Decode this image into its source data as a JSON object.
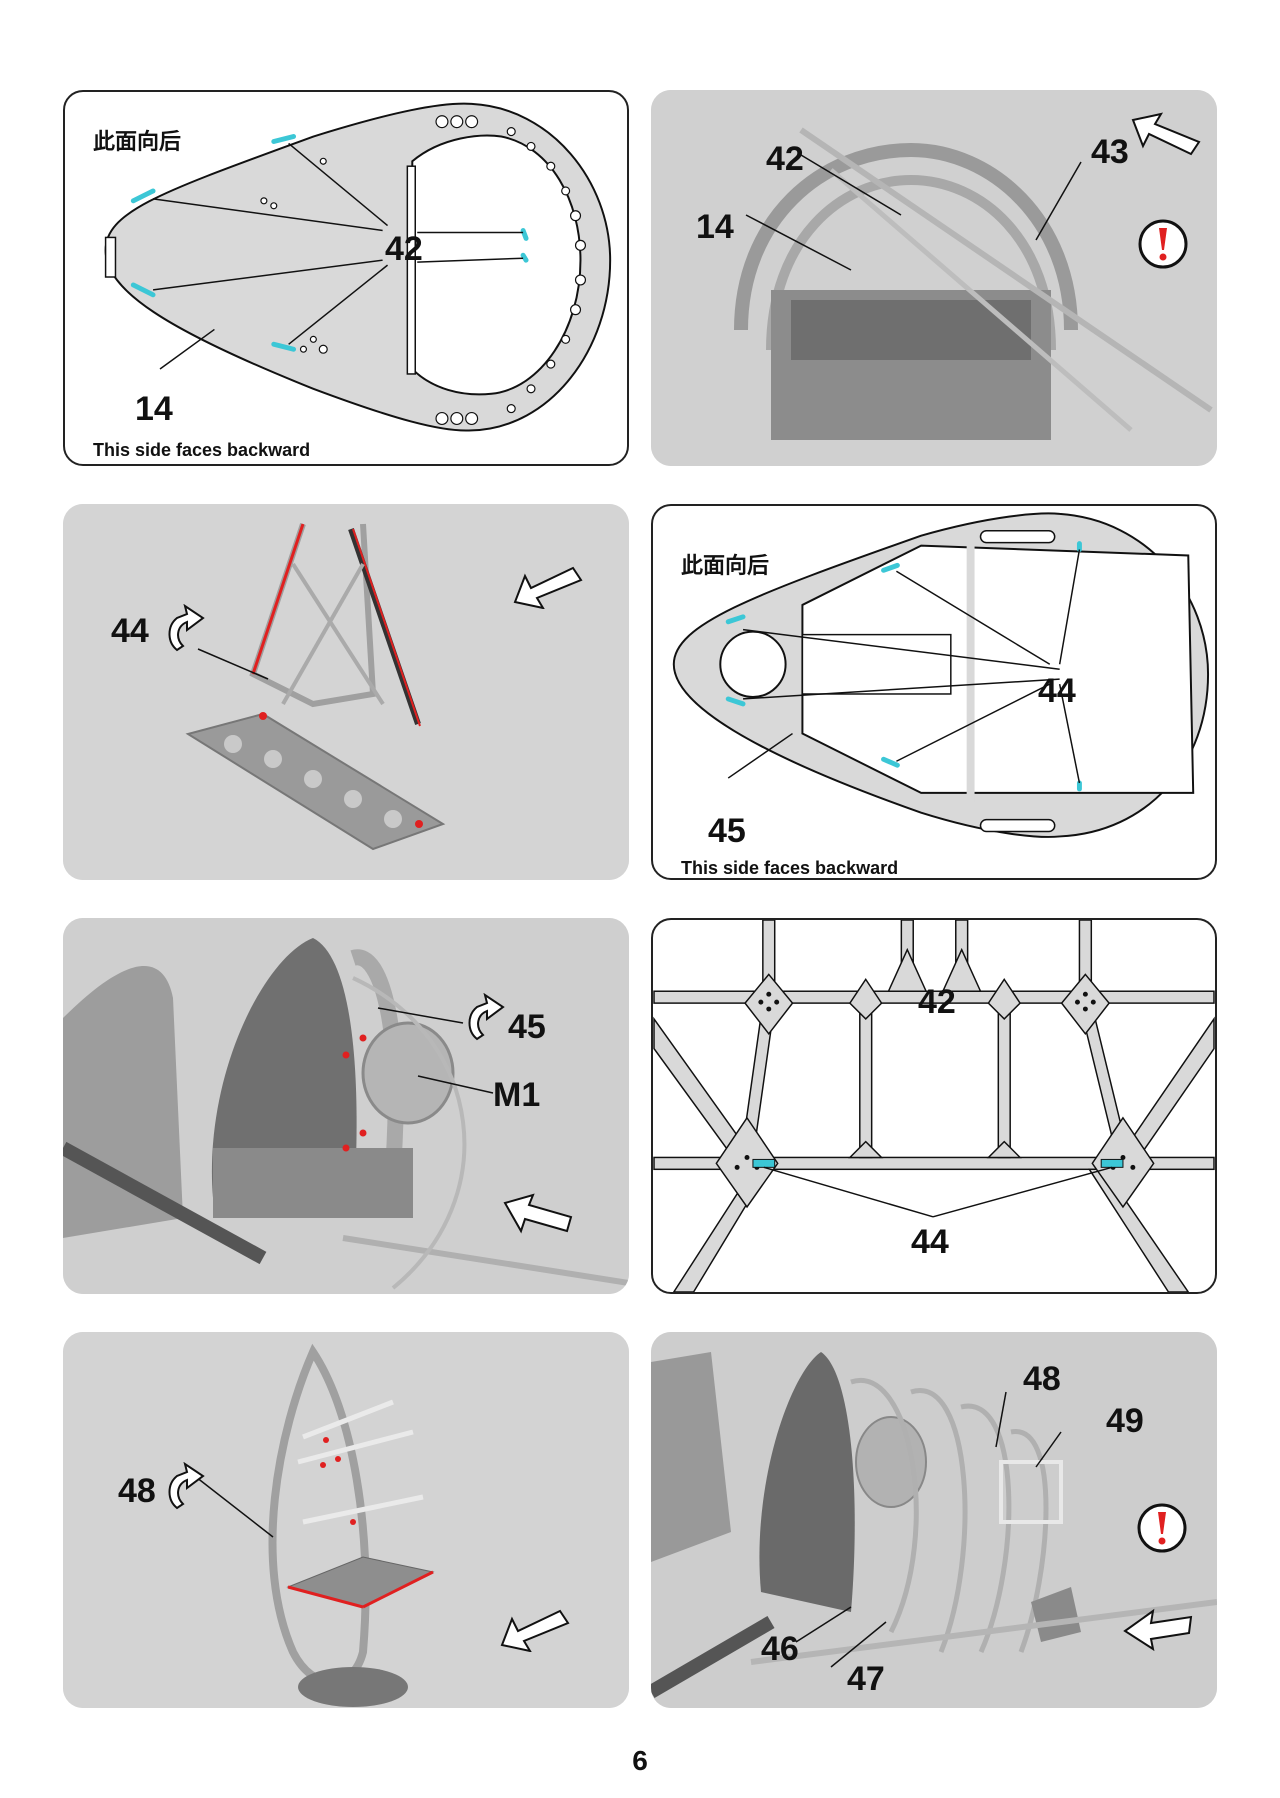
{
  "panels": {
    "p1": {
      "chinese": "此面向后",
      "caption": "This side faces backward",
      "parts": [
        "14",
        "42"
      ]
    },
    "p2": {
      "parts": [
        "42",
        "43",
        "14"
      ]
    },
    "p3": {
      "parts": [
        "44"
      ]
    },
    "p4": {
      "chinese": "此面向后",
      "caption": "This side faces backward",
      "parts": [
        "44",
        "45"
      ]
    },
    "p5": {
      "parts": [
        "45",
        "M1"
      ]
    },
    "p6": {
      "parts": [
        "42",
        "44"
      ]
    },
    "p7": {
      "parts": [
        "48"
      ]
    },
    "p8": {
      "parts": [
        "48",
        "49",
        "46",
        "47"
      ]
    }
  },
  "page_number": "6",
  "colors": {
    "highlight": "#3cc7d6",
    "red": "#e02020",
    "photo_bg": "#d6d6d6",
    "part_grey": "#d9d9d9"
  },
  "icons": [
    "arrow-icon",
    "warning-icon",
    "flip-icon"
  ]
}
